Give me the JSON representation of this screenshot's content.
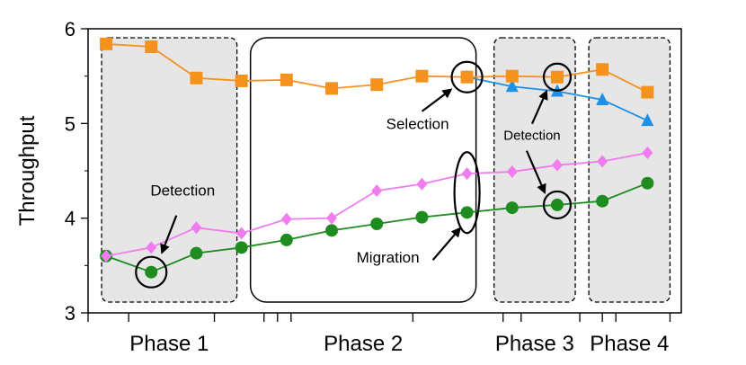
{
  "chart_data": {
    "type": "line",
    "ylabel": "Throughput",
    "ylim": [
      3,
      6
    ],
    "yticks": [
      3,
      4,
      5,
      6
    ],
    "x": [
      1,
      2,
      3,
      4,
      5,
      6,
      7,
      8,
      9,
      10,
      11,
      12,
      13,
      14
    ],
    "series": [
      {
        "marker": "square",
        "color": "#F5921E",
        "points": [
          [
            1,
            5.84
          ],
          [
            2,
            5.81
          ],
          [
            3,
            5.48
          ],
          [
            4,
            5.45
          ],
          [
            5,
            5.46
          ],
          [
            6,
            5.37
          ],
          [
            7,
            5.41
          ],
          [
            8,
            5.5
          ],
          [
            9,
            5.49
          ],
          [
            10,
            5.5
          ],
          [
            11,
            5.49
          ],
          [
            12,
            5.57
          ],
          [
            13,
            5.33
          ]
        ]
      },
      {
        "marker": "triangle",
        "color": "#1E90E6",
        "points": [
          [
            9,
            5.49
          ],
          [
            10,
            5.39
          ],
          [
            11,
            5.34
          ],
          [
            12,
            5.25
          ],
          [
            13,
            5.03
          ]
        ]
      },
      {
        "marker": "diamond",
        "color": "#F07CF0",
        "points": [
          [
            1,
            3.6
          ],
          [
            2,
            3.69
          ],
          [
            3,
            3.9
          ],
          [
            4,
            3.84
          ],
          [
            5,
            3.99
          ],
          [
            6,
            4.0
          ],
          [
            7,
            4.29
          ],
          [
            8,
            4.36
          ],
          [
            9,
            4.47
          ],
          [
            10,
            4.49
          ],
          [
            11,
            4.56
          ],
          [
            12,
            4.6
          ],
          [
            13,
            4.69
          ]
        ]
      },
      {
        "marker": "circle",
        "color": "#1E8C1E",
        "points": [
          [
            1,
            3.6
          ],
          [
            2,
            3.43
          ],
          [
            3,
            3.63
          ],
          [
            4,
            3.69
          ],
          [
            5,
            3.77
          ],
          [
            6,
            3.87
          ],
          [
            7,
            3.94
          ],
          [
            8,
            4.01
          ],
          [
            9,
            4.06
          ],
          [
            10,
            4.11
          ],
          [
            11,
            4.14
          ],
          [
            12,
            4.18
          ],
          [
            13,
            4.37
          ]
        ]
      }
    ],
    "phases": [
      {
        "label": "Phase 1",
        "x_range": [
          1.6,
          4.6
        ],
        "style": "dashed-gray"
      },
      {
        "label": "Phase 2",
        "x_range": [
          4.9,
          9.9
        ],
        "style": "solid-white"
      },
      {
        "label": "Phase 3",
        "x_range": [
          10.3,
          12.1
        ],
        "style": "dashed-gray"
      },
      {
        "label": "Phase 4",
        "x_range": [
          12.4,
          14.2
        ],
        "style": "dashed-gray"
      }
    ],
    "annotations": [
      {
        "text": "Detection",
        "target": [
          2,
          3.43
        ],
        "type": "circle"
      },
      {
        "text": "Selection",
        "target": [
          9,
          5.49
        ],
        "type": "circle"
      },
      {
        "text": "Migration",
        "target": [
          9,
          4.27
        ],
        "type": "ellipse"
      },
      {
        "text": "Detection",
        "targets": [
          [
            11,
            5.49
          ],
          [
            11,
            4.14
          ]
        ],
        "type": "circle"
      }
    ]
  }
}
